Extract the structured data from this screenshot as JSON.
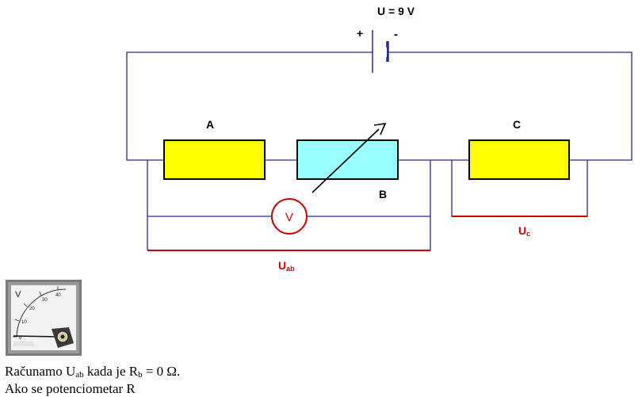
{
  "diagram": {
    "voltage_label": "U = 9 V",
    "plus_sign": "+",
    "minus_sign": "-",
    "resistor_a_label": "A",
    "resistor_b_label": "B",
    "resistor_c_label": "C",
    "voltmeter_symbol": "V",
    "uab_main": "U",
    "uab_sub": "ab",
    "uc_main": "U",
    "uc_sub": "c",
    "colors": {
      "wire": "#2b2b8f",
      "resistor_fill_yellow": "#ffff00",
      "resistor_fill_cyan": "#99ffff",
      "measure_line": "#cc0000",
      "label_red": "#cc0000"
    }
  },
  "meter_image": {
    "unit": "V",
    "scale": [
      "0",
      "10",
      "20",
      "30",
      "40"
    ]
  },
  "caption": {
    "line1_prefix": "Računamo U",
    "line1_sub1": "ab",
    "line1_mid": " kada je R",
    "line1_sub2": "b",
    "line1_suffix": " = 0 Ω.",
    "line2": "Ako se potenciometar R"
  }
}
